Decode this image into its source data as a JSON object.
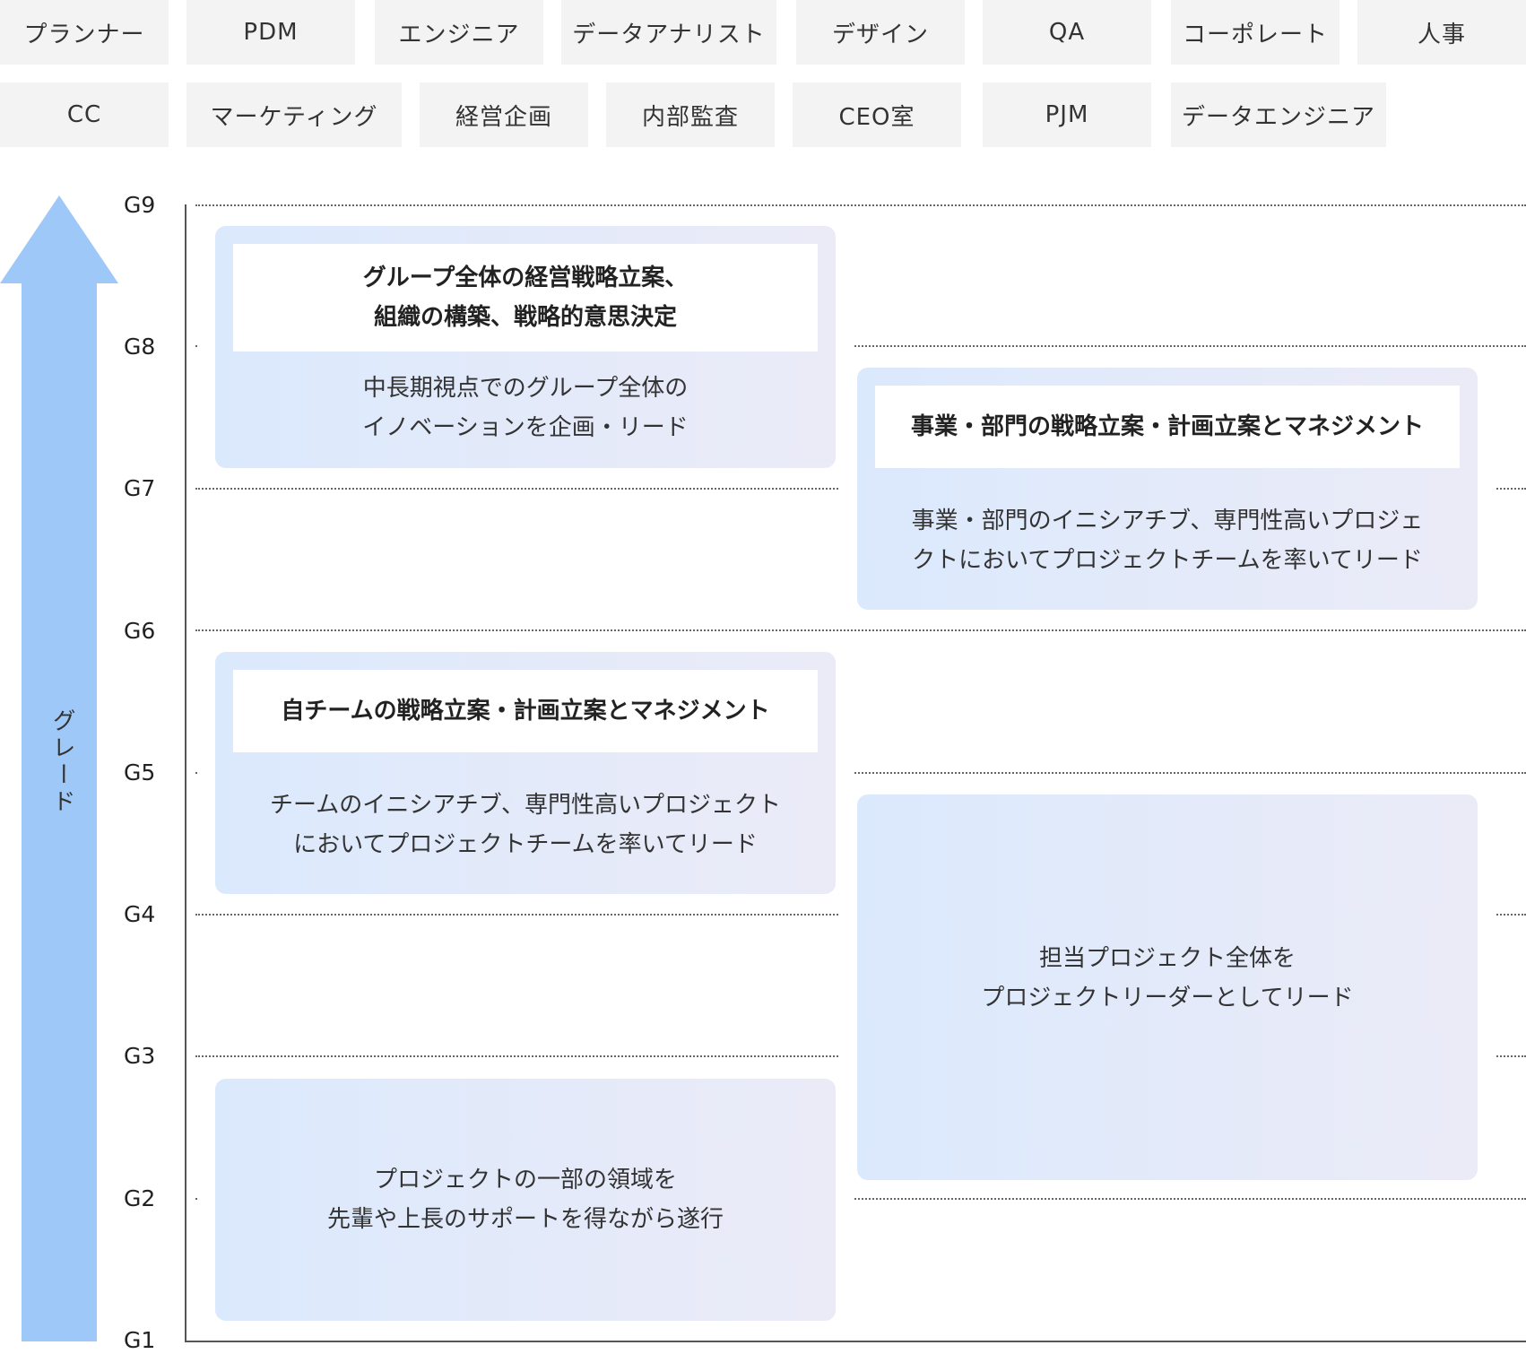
{
  "categories": {
    "row1": [
      "プランナー",
      "PDM",
      "エンジニア",
      "データアナリスト",
      "デザイン",
      "QA",
      "コーポレート",
      "人事"
    ],
    "row2": [
      "CC",
      "マーケティング",
      "経営企画",
      "内部監査",
      "CEO室",
      "PJM",
      "データエンジニア"
    ]
  },
  "axis": {
    "label": "グレード",
    "grades": [
      "G9",
      "G8",
      "G7",
      "G6",
      "G5",
      "G4",
      "G3",
      "G2",
      "G1"
    ]
  },
  "roles": [
    {
      "title": "グループ全体の経営戦略立案、\n組織の構築、戦略的意思決定",
      "description": "中長期視点でのグループ全体の\nイノベーションを企画・リード"
    },
    {
      "title": "事業・部門の戦略立案・計画立案とマネジメント",
      "description": "事業・部門のイニシアチブ、専門性高いプロジェ\nクトにおいてプロジェクトチームを率いてリード"
    },
    {
      "title": "自チームの戦略立案・計画立案とマネジメント",
      "description": "チームのイニシアチブ、専門性高いプロジェクト\nにおいてプロジェクトチームを率いてリード"
    },
    {
      "title": "",
      "description": "担当プロジェクト全体を\nプロジェクトリーダーとしてリード"
    },
    {
      "title": "",
      "description": "プロジェクトの一部の領域を\n先輩や上長のサポートを得ながら遂行"
    }
  ],
  "colors": {
    "arrow": "#9ec8f7",
    "box_gradient_start": "#dbe9fd",
    "box_gradient_end": "#ebebf7",
    "tag_background": "#f3f3f3"
  }
}
